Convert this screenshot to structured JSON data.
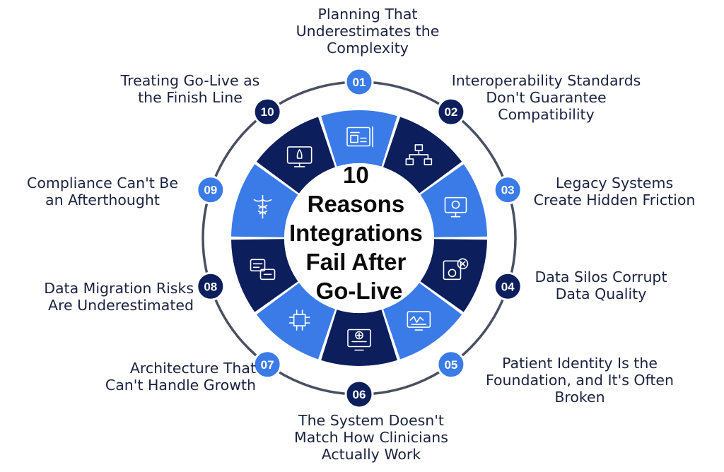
{
  "title_lines": [
    "10",
    "Reasons",
    "Integrations",
    "Fail After",
    "Go-Live"
  ],
  "colors": {
    "dark": "#0c1e5b",
    "blue": "#3a7be8",
    "ring": "#4a4f63",
    "text": "#1b2340"
  },
  "reasons": [
    {
      "number": "01",
      "text": "Planning That\nUnderestimates the\nComplexity",
      "icon": "blueprint-icon",
      "segment_color": "blue",
      "badge_color": "blue"
    },
    {
      "number": "02",
      "text": "Interoperability Standards\nDon't Guarantee\nCompatibility",
      "icon": "network-diagram-icon",
      "segment_color": "dark",
      "badge_color": "dark"
    },
    {
      "number": "03",
      "text": "Legacy Systems\nCreate Hidden Friction",
      "icon": "legacy-monitor-icon",
      "segment_color": "blue",
      "badge_color": "blue"
    },
    {
      "number": "04",
      "text": "Data Silos Corrupt\nData Quality",
      "icon": "data-settings-icon",
      "segment_color": "dark",
      "badge_color": "dark"
    },
    {
      "number": "05",
      "text": "Patient Identity Is the\nFoundation, and It's Often\nBroken",
      "icon": "dashboard-icon",
      "segment_color": "blue",
      "badge_color": "blue"
    },
    {
      "number": "06",
      "text": "The System Doesn't\nMatch How Clinicians\nActually Work",
      "icon": "clinical-screen-icon",
      "segment_color": "dark",
      "badge_color": "dark"
    },
    {
      "number": "07",
      "text": "Architecture That\nCan't Handle Growth",
      "icon": "circuit-icon",
      "segment_color": "blue",
      "badge_color": "blue"
    },
    {
      "number": "08",
      "text": "Data Migration Risks\nAre Underestimated",
      "icon": "data-transfer-icon",
      "segment_color": "dark",
      "badge_color": "dark"
    },
    {
      "number": "09",
      "text": "Compliance Can't Be\nan Afterthought",
      "icon": "caduceus-icon",
      "segment_color": "blue",
      "badge_color": "blue"
    },
    {
      "number": "10",
      "text": "Treating Go-Live as\nthe Finish Line",
      "icon": "rocket-monitor-icon",
      "segment_color": "dark",
      "badge_color": "dark"
    }
  ]
}
